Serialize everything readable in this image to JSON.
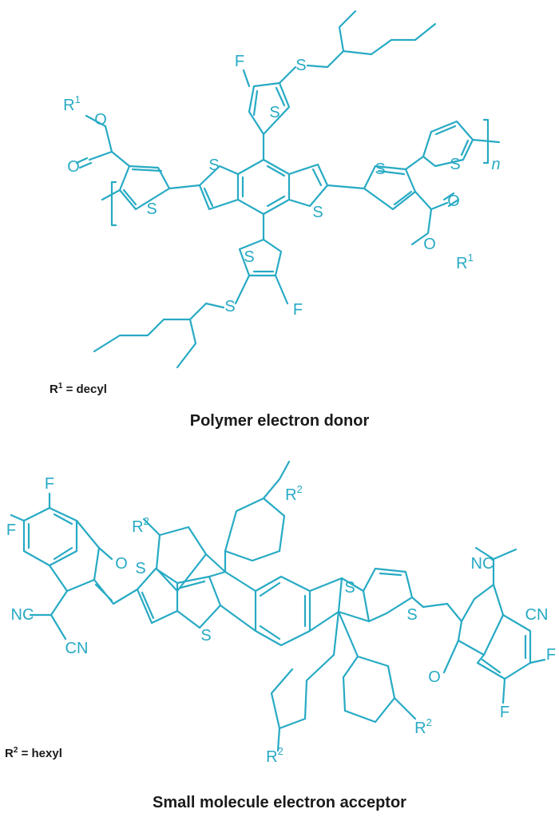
{
  "colors": {
    "structure": "#27aac4",
    "text": "#1a1a1a",
    "background": "#ffffff"
  },
  "donor": {
    "title": "Polymer electron donor",
    "r_symbol": "R",
    "r_index": "1",
    "r_definition": "= decyl",
    "atoms": {
      "sulfur": "S",
      "fluorine": "F",
      "oxygen": "O",
      "repeat_index": "n"
    }
  },
  "acceptor": {
    "title": "Small molecule electron acceptor",
    "r_symbol": "R",
    "r_index": "2",
    "r_definition": "= hexyl",
    "atoms": {
      "sulfur": "S",
      "fluorine": "F",
      "oxygen": "O",
      "nitrile": "NC",
      "nitrile_right": "CN"
    }
  }
}
